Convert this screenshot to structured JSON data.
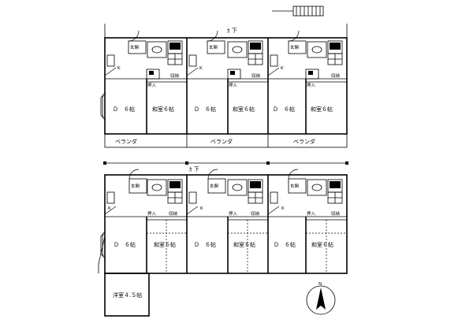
{
  "corridor_label": "ｶ 下",
  "veranda_label": "ベランダ",
  "floors": [
    {
      "name": "upper",
      "units": [
        {
          "dk": "Ｄ　６帖",
          "room": "和室６帖",
          "entrance": "玄関",
          "storage": "収納",
          "closet": "押入",
          "k": "K"
        },
        {
          "dk": "Ｄ　６帖",
          "room": "和室６帖",
          "entrance": "玄関",
          "storage": "収納",
          "closet": "押入",
          "k": "K"
        },
        {
          "dk": "Ｄ　６帖",
          "room": "和室６帖",
          "entrance": "玄関",
          "storage": "収納",
          "closet": "押入",
          "k": "K"
        }
      ]
    },
    {
      "name": "lower",
      "units": [
        {
          "dk": "Ｄ　６帖",
          "room": "和室６帖",
          "entrance": "玄関",
          "storage": "収納",
          "closet": "押入",
          "k": "K"
        },
        {
          "dk": "Ｄ　６帖",
          "room": "和室６帖",
          "entrance": "玄関",
          "storage": "収納",
          "closet": "押入",
          "k": "K"
        },
        {
          "dk": "Ｄ　６帖",
          "room": "和室６帖",
          "entrance": "玄関",
          "storage": "収納",
          "closet": "押入",
          "k": "K"
        }
      ],
      "extra_room": "洋室４.５帖"
    }
  ],
  "north_label": "N",
  "icons": [
    "north-arrow-icon",
    "stairs-icon",
    "toilet-icon",
    "bathtub-icon",
    "sink-icon",
    "door-swing-icon"
  ]
}
